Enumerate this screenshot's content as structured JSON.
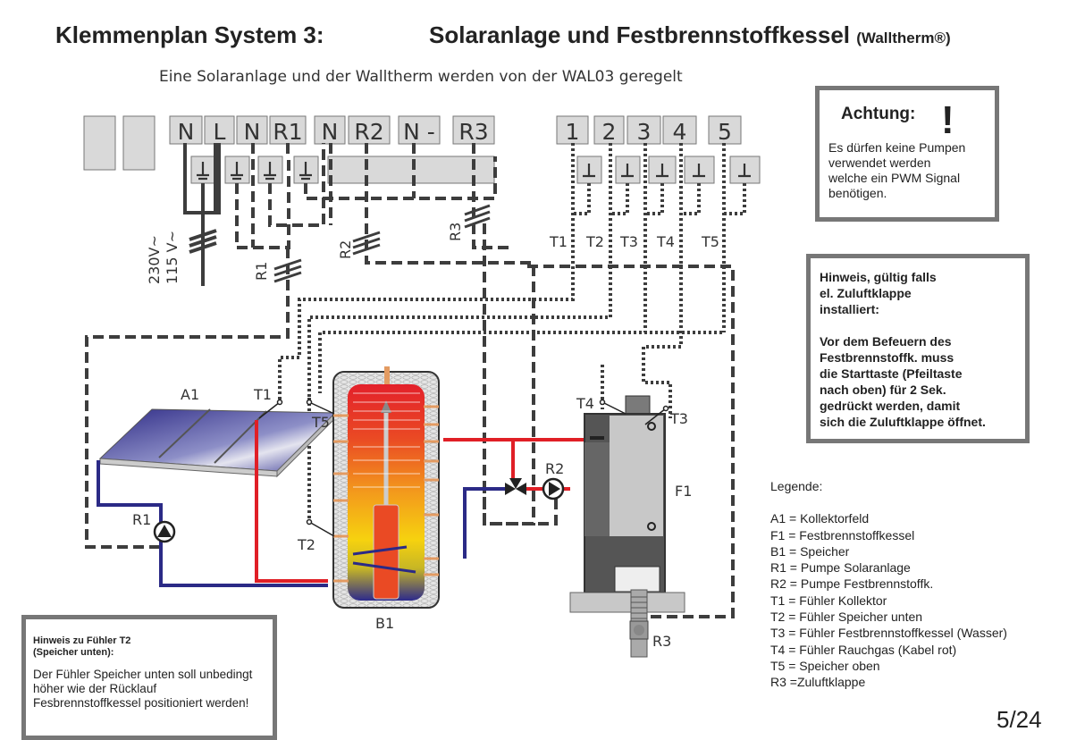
{
  "header": {
    "title_left": "Klemmenplan System 3:",
    "title_right": "Solaranlage und Festbrennstoffkessel",
    "title_right_suffix": "(Walltherm®)",
    "subtitle": "Eine Solaranlage und der Walltherm werden von der WAL03 geregelt"
  },
  "terminals": {
    "power": [
      "N",
      "L",
      "N",
      "R1",
      "N",
      "R2",
      "N -",
      "R3"
    ],
    "sensors": [
      "1",
      "2",
      "3",
      "4",
      "5"
    ],
    "ground_symbol": "⊥"
  },
  "wiring_labels": {
    "supply_voltage_1": "230V~",
    "supply_voltage_2": "115 V~",
    "r1": "R1",
    "r2": "R2",
    "r3": "R3",
    "sensors": [
      "T1",
      "T2",
      "T3",
      "T4",
      "T5"
    ]
  },
  "components": {
    "collector": "A1",
    "collector_sensor": "T1",
    "solar_pump": "R1",
    "storage": "B1",
    "storage_top_sensor": "T5",
    "storage_bottom_sensor": "T2",
    "boiler": "F1",
    "boiler_pump": "R2",
    "flue_sensor": "T4",
    "water_sensor": "T3",
    "air_damper": "R3"
  },
  "colors": {
    "hot_pipe": "#e01f26",
    "cold_pipe": "#2b2a86",
    "wire": "#3d3d3d",
    "terminal_fill": "#d9d9d9",
    "box_border": "#777777"
  },
  "achtung": {
    "heading": "Achtung:",
    "icon": "!",
    "lines": [
      "Es dürfen keine Pumpen",
      "verwendet werden",
      "welche ein PWM Signal",
      "benötigen."
    ]
  },
  "hinweis": {
    "heading_lines": [
      "Hinweis, gültig falls",
      "el. Zuluftklappe",
      "installiert:"
    ],
    "body_lines": [
      "Vor dem Befeuern des",
      "Festbrennstoffk. muss",
      "die Starttaste (Pfeiltaste",
      "nach oben) für 2 Sek.",
      "gedrückt werden, damit",
      "sich die Zuluftklappe öffnet."
    ]
  },
  "legend": {
    "heading": "Legende:",
    "items": [
      "A1 = Kollektorfeld",
      "F1 = Festbrennstoffkessel",
      "B1 = Speicher",
      "R1 = Pumpe Solaranlage",
      "R2 = Pumpe Festbrennstoffk.",
      "T1 = Fühler Kollektor",
      "T2 = Fühler Speicher unten",
      "T3 = Fühler Festbrennstoffkessel (Wasser)",
      "T4 = Fühler Rauchgas (Kabel rot)",
      "T5 = Speicher oben",
      "R3 =Zuluftklappe"
    ]
  },
  "t2_note": {
    "heading_lines": [
      "Hinweis zu Fühler T2",
      "(Speicher unten):"
    ],
    "body_lines": [
      "Der Fühler Speicher unten soll unbedingt",
      "höher wie der Rücklauf",
      "Fesbrennstoffkessel positioniert werden!"
    ]
  },
  "page": {
    "number": "5/24"
  }
}
